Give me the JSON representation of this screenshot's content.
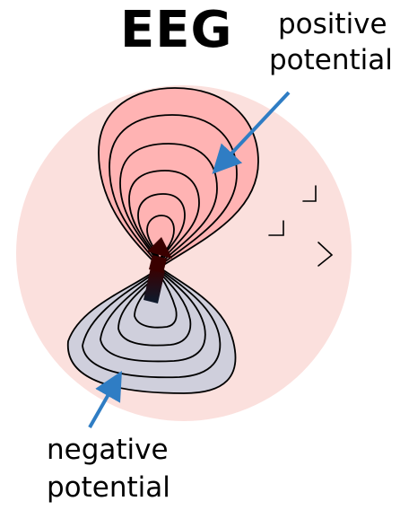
{
  "title": "EEG",
  "positive_label": {
    "line1": "positive",
    "line2": "potential"
  },
  "negative_label": {
    "line1": "negative",
    "line2": "potential"
  },
  "colors": {
    "head_fill": "#fbe0dd",
    "positive_fill": "#ffb3b3",
    "negative_fill": "#cfcfdc",
    "contour_stroke": "#000000",
    "arrow_color": "#2f7dc4",
    "dipole_head": "#3a0000",
    "dipole_tail": "#0d1b2e"
  },
  "icons": {
    "dipole": "dipole-arrow-icon",
    "head": "head-circle",
    "sensors": "sensor-tick-icon"
  }
}
